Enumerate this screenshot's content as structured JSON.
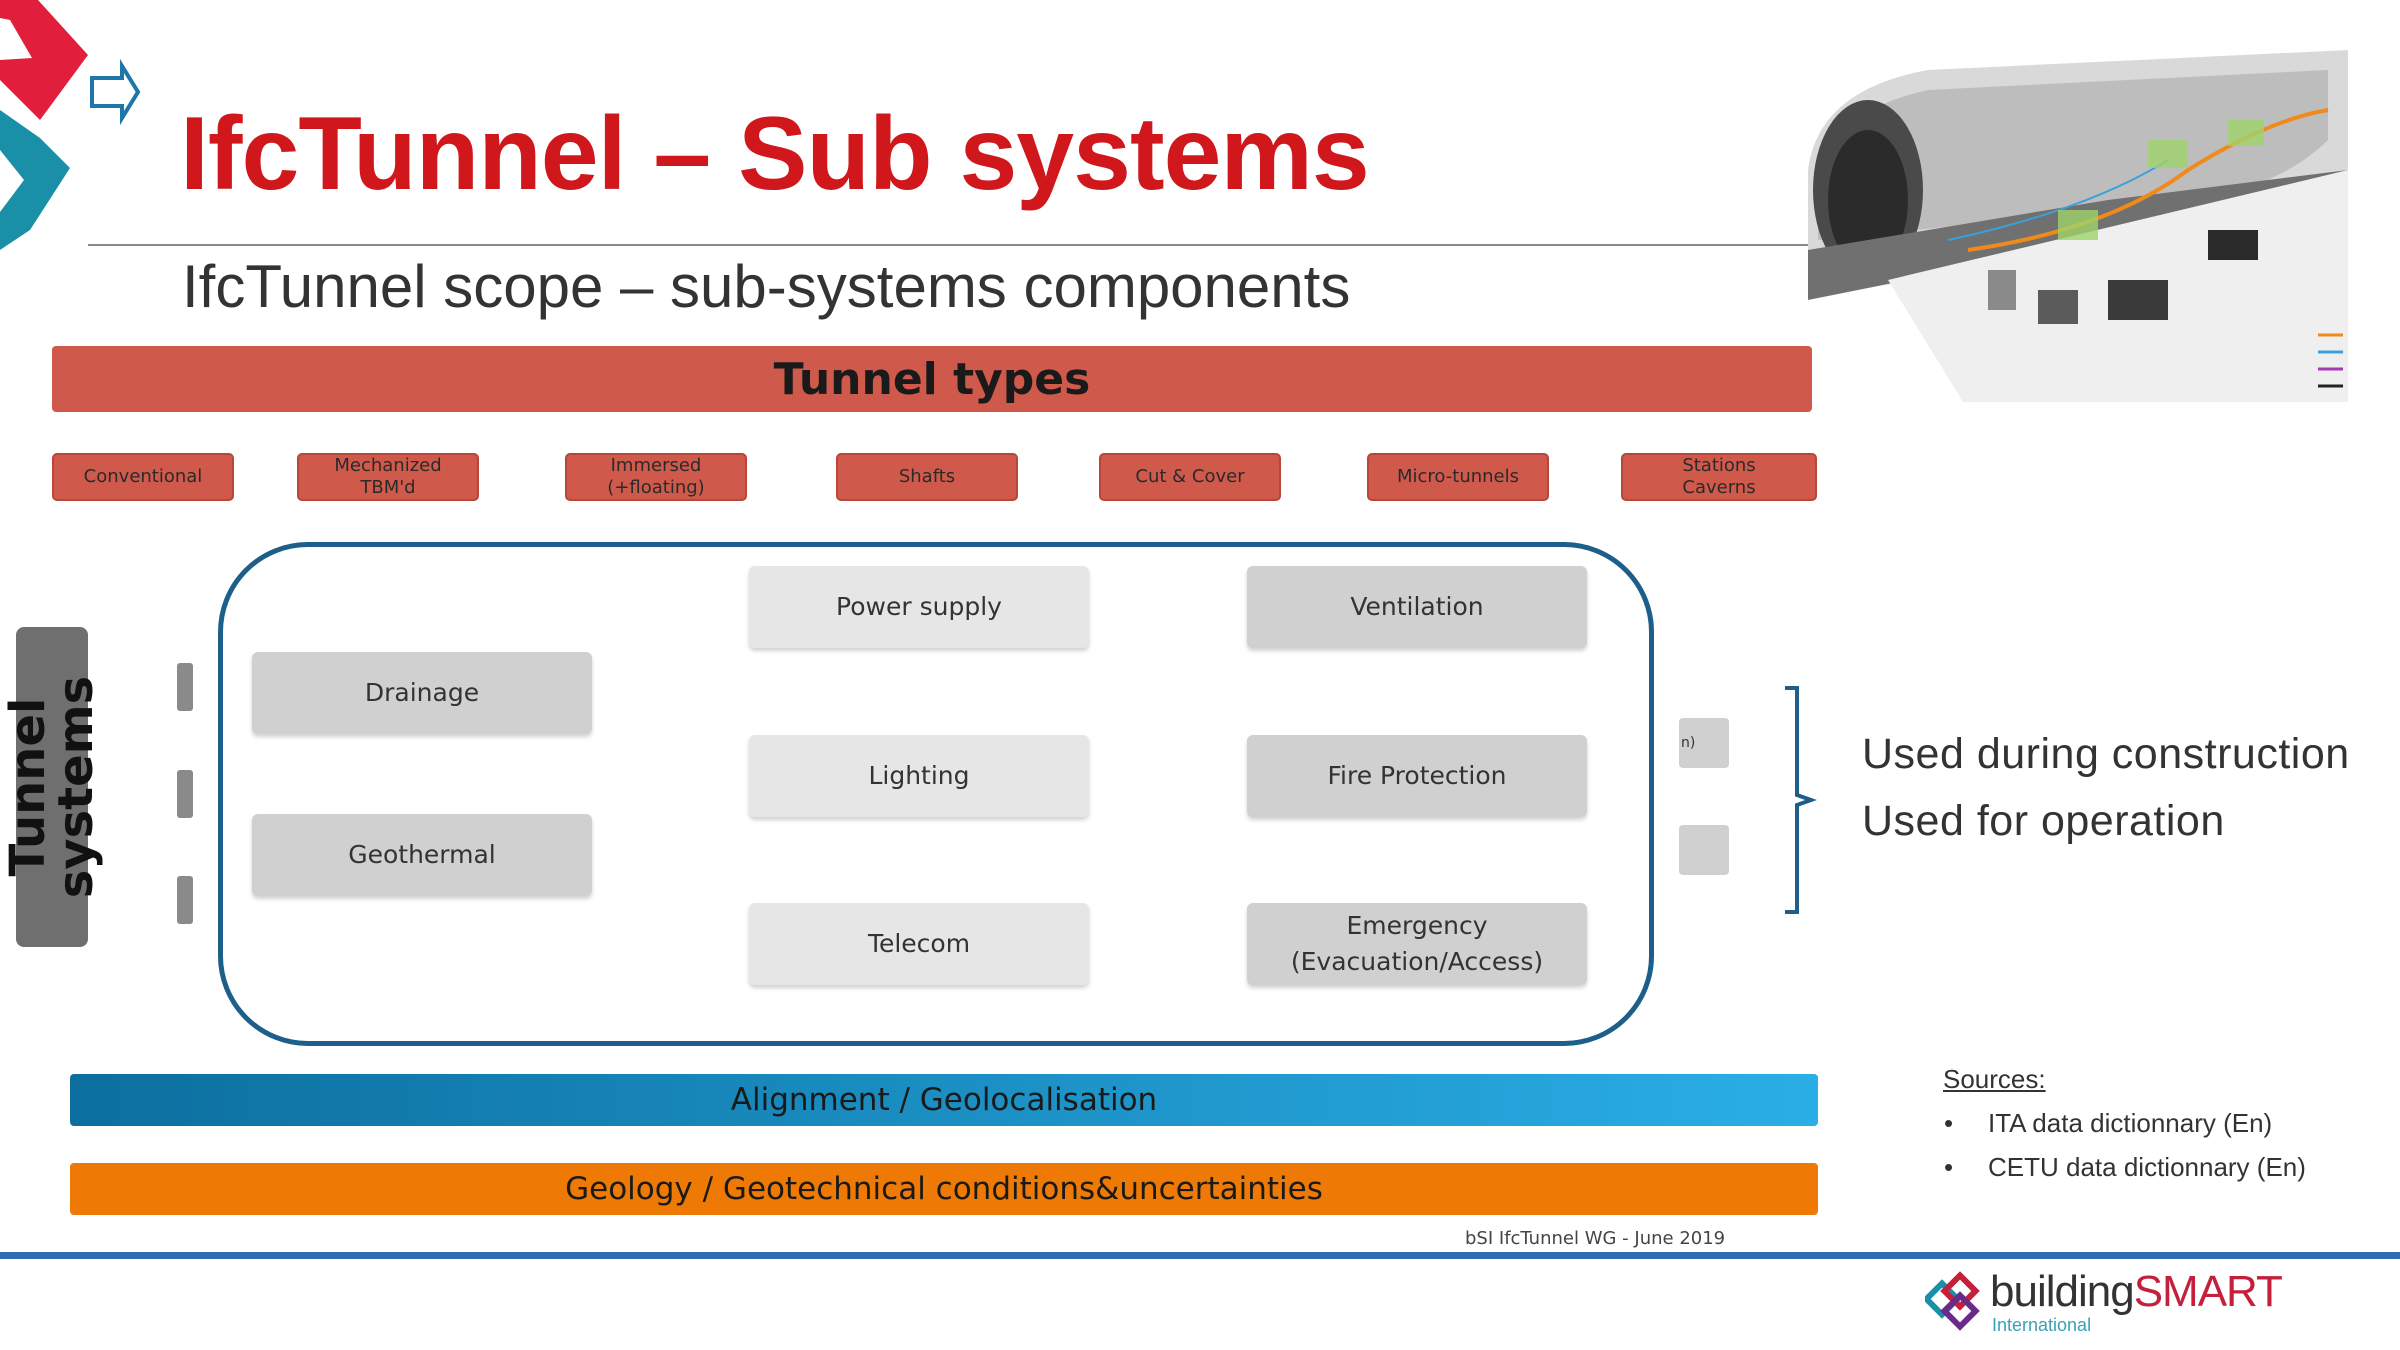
{
  "slide": {
    "title": "IfcTunnel – Sub systems",
    "subtitle": "IfcTunnel scope – sub-systems components"
  },
  "tunnel_types": {
    "banner": "Tunnel types",
    "items": [
      "Conventional",
      "Mechanized\nTBM'd",
      "Immersed\n(+floating)",
      "Shafts",
      "Cut & Cover",
      "Micro-tunnels",
      "Stations\nCaverns"
    ]
  },
  "tunnel_systems": {
    "side_label_line1": "Tunnel",
    "side_label_line2": "systems",
    "left_column": [
      "Drainage",
      "Geothermal"
    ],
    "middle_column": [
      "Power supply",
      "Lighting",
      "Telecom"
    ],
    "right_column": [
      "Ventilation",
      "Fire Protection",
      "Emergency\n(Evacuation/Access)"
    ],
    "stub_text": "n)"
  },
  "usage": {
    "line1": "Used during construction",
    "line2": "Used for operation"
  },
  "bars": {
    "alignment": "Alignment / Geolocalisation",
    "geology": "Geology / Geotechnical conditions&uncertainties"
  },
  "footnote": "bSI IfcTunnel WG - June 2019",
  "sources": {
    "heading": "Sources:",
    "items": [
      "ITA data dictionnary (En)",
      "CETU data dictionnary (En)"
    ]
  },
  "brand": {
    "word_part1": "building",
    "word_part2": "SMART",
    "sub": "International"
  },
  "colors": {
    "title_red": "#d0181c",
    "tunnel_type_red": "#cf5a4b",
    "frame_blue": "#1d5f8a",
    "alignment_blue": "#1b8fc6",
    "geology_orange": "#ee7a05",
    "rule_blue": "#2e6db4"
  }
}
